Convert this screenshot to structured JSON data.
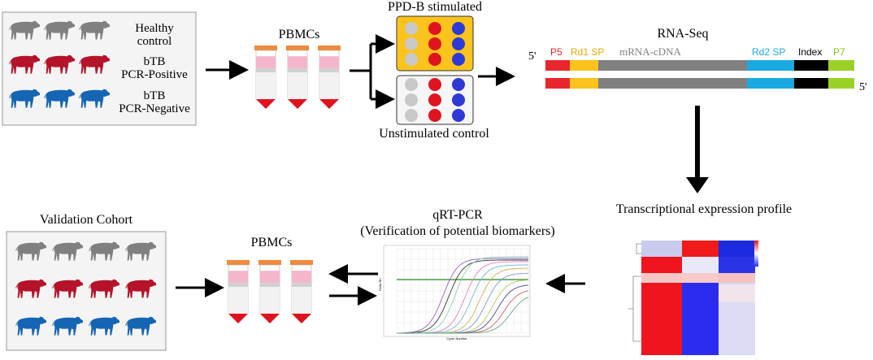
{
  "cohort_top": {
    "groups": [
      {
        "label_1": "Healthy",
        "label_2": "control",
        "color": "#808080"
      },
      {
        "label_1": "bTB",
        "label_2": "PCR-Positive",
        "color": "#B5132A"
      },
      {
        "label_1": "bTB",
        "label_2": "PCR-Negative",
        "color": "#1565B4"
      }
    ]
  },
  "pbmcs_top": "PBMCs",
  "stimulated_label": "PPD-B stimulated",
  "unstimulated_label": "Unstimulated control",
  "rnaseq": {
    "title": "RNA-Seq",
    "five_prime": "5'",
    "segments": [
      {
        "label": "P5",
        "color": "#E8262D"
      },
      {
        "label": "Rd1 SP",
        "color": "#FBC31B"
      },
      {
        "label": "mRNA-cDNA",
        "color": "#808080"
      },
      {
        "label": "Rd2 SP",
        "color": "#1BA9E1"
      },
      {
        "label": "Index",
        "color": "#000000"
      },
      {
        "label": "P7",
        "color": "#9BD127"
      }
    ]
  },
  "expression_profile": "Transcriptional expression profile",
  "qrtpcr": {
    "title": "qRT-PCR",
    "subtitle": "(Verification of potential biomarkers)",
    "x_axis_label": "Cycle Number",
    "y_axis_label": "Delta Rn"
  },
  "pbmcs_bottom": "PBMCs",
  "validation_cohort": "Validation Cohort",
  "colors": {
    "healthy": "#808080",
    "positive": "#B5132A",
    "negative": "#1565B4",
    "tube_cap": "#F08A3C",
    "tube_pink": "#F4B6CC",
    "tube_tip": "#E0121E",
    "plate_bg": "#FBC31B",
    "well_red": "#E0141E",
    "well_blue": "#2E3AD6",
    "well_grey": "#C8C8C8"
  }
}
